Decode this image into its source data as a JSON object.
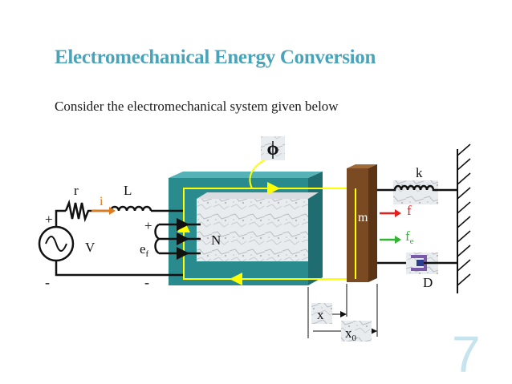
{
  "slide": {
    "title": "Electromechanical Energy Conversion",
    "subtitle": "Consider the electromechanical system given below",
    "slide_number": "7"
  },
  "diagram": {
    "labels": {
      "flux": "ϕ",
      "resistor": "r",
      "current": "i",
      "inductor": "L",
      "source": "V",
      "plus_left": "+",
      "minus_left": "-",
      "plus_coil": "+",
      "minus_coil": "-",
      "emf": "e",
      "emf_sub": "f",
      "turns": "N",
      "mass": "m",
      "spring": "k",
      "force": "f",
      "force_e": "f",
      "force_e_sub": "e",
      "damper": "D",
      "x": "x",
      "x0": "x",
      "x0_sub": "0"
    },
    "colors": {
      "core": "#2a8b8f",
      "flux_path": "#ffff00",
      "mass": "#7a4a22",
      "current_arrow": "#e07b1a",
      "force_arrow": "#e81e1e",
      "fe_arrow": "#2fb52f",
      "damper": "#7a5aa8"
    }
  }
}
